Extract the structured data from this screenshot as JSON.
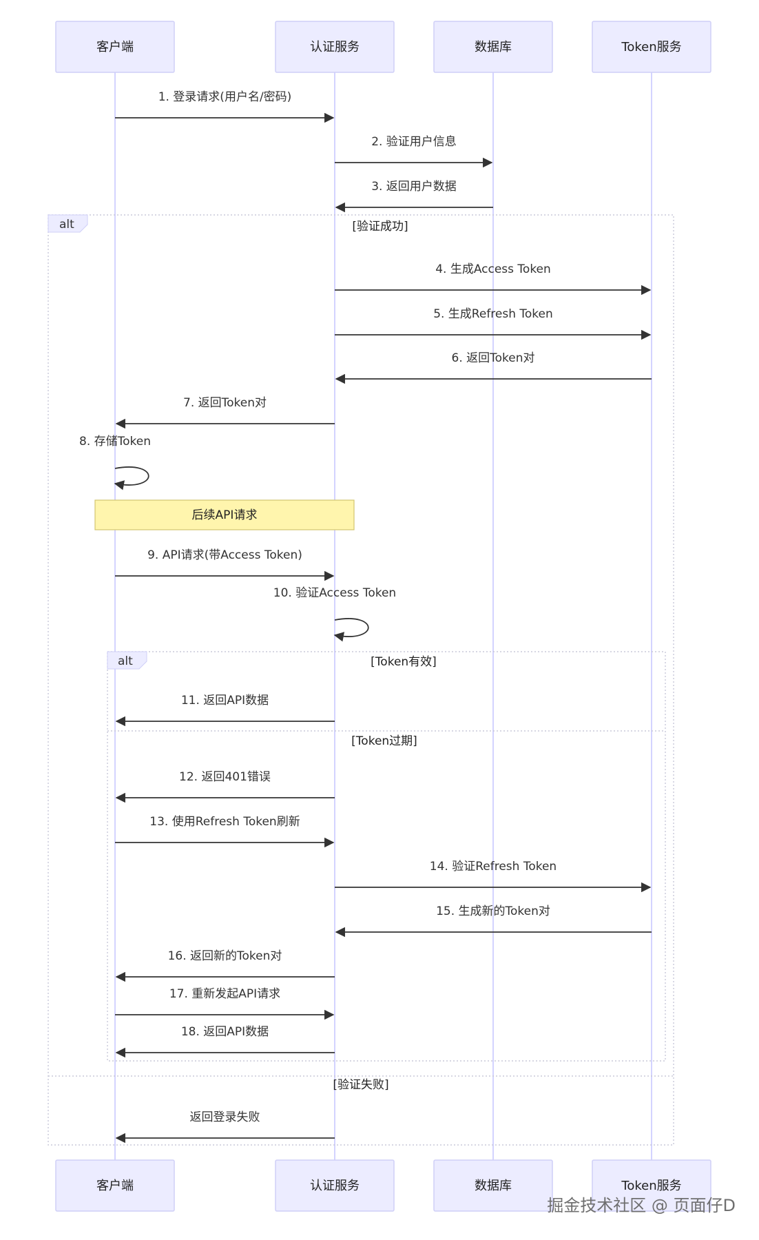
{
  "participants": [
    {
      "name": "客户端"
    },
    {
      "name": "认证服务"
    },
    {
      "name": "数据库"
    },
    {
      "name": "Token服务"
    }
  ],
  "messages": [
    {
      "label": "1. 登录请求(用户名/密码)",
      "from": 0,
      "to": 1
    },
    {
      "label": "2. 验证用户信息",
      "from": 1,
      "to": 2
    },
    {
      "label": "3. 返回用户数据",
      "from": 2,
      "to": 1
    },
    {
      "label": "4. 生成Access Token",
      "from": 1,
      "to": 3
    },
    {
      "label": "5. 生成Refresh Token",
      "from": 1,
      "to": 3
    },
    {
      "label": "6. 返回Token对",
      "from": 3,
      "to": 1
    },
    {
      "label": "7. 返回Token对",
      "from": 1,
      "to": 0
    },
    {
      "label": "8. 存储Token",
      "from": 0,
      "to": 0
    },
    {
      "label": "9. API请求(带Access Token)",
      "from": 0,
      "to": 1
    },
    {
      "label": "10. 验证Access Token",
      "from": 1,
      "to": 1
    },
    {
      "label": "11. 返回API数据",
      "from": 1,
      "to": 0
    },
    {
      "label": "12. 返回401错误",
      "from": 1,
      "to": 0
    },
    {
      "label": "13. 使用Refresh Token刷新",
      "from": 0,
      "to": 1
    },
    {
      "label": "14. 验证Refresh Token",
      "from": 1,
      "to": 3
    },
    {
      "label": "15. 生成新的Token对",
      "from": 3,
      "to": 1
    },
    {
      "label": "16. 返回新的Token对",
      "from": 1,
      "to": 0
    },
    {
      "label": "17. 重新发起API请求",
      "from": 0,
      "to": 1
    },
    {
      "label": "18. 返回API数据",
      "from": 1,
      "to": 0
    },
    {
      "label": "返回登录失败",
      "from": 1,
      "to": 0
    }
  ],
  "fragments": {
    "outer": {
      "kind": "alt",
      "branch1": "[验证成功]",
      "branch2": "[验证失败]"
    },
    "inner": {
      "kind": "alt",
      "branch1": "[Token有效]",
      "branch2": "[Token过期]"
    }
  },
  "note": {
    "text": "后续API请求"
  },
  "watermark": "掘金技术社区 @ 页面仔D",
  "colors": {
    "actor_fill": "#ececff",
    "actor_stroke": "#cfcff7",
    "lifeline": "#d3d3ff",
    "message": "#333333",
    "note_fill": "#fff5ad",
    "note_stroke": "#d2c56f",
    "frame": "#c8c8d8"
  }
}
